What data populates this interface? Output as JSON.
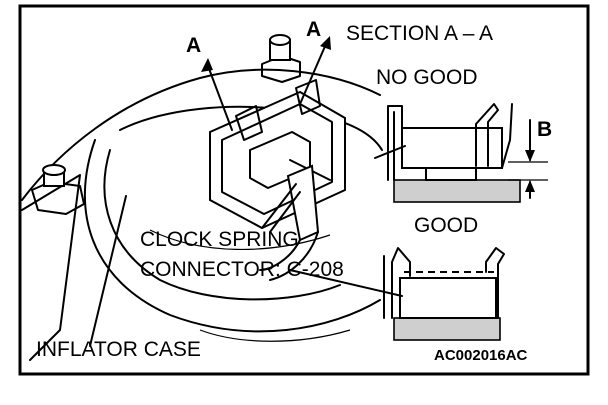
{
  "labels": {
    "section": "SECTION A – A",
    "no_good": "NO GOOD",
    "good": "GOOD",
    "clock_spring_line1": "CLOCK SPRING",
    "clock_spring_line2": "CONNECTOR: C-208",
    "inflator_case": "INFLATOR CASE",
    "code": "AC002016AC",
    "arrow_a_left": "A",
    "arrow_a_right": "A",
    "dimension_b": "B"
  }
}
